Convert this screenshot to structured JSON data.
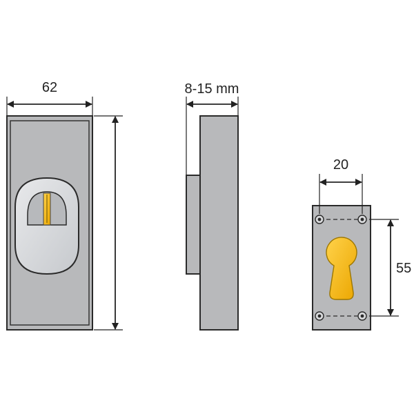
{
  "dimensions": {
    "front_width": "62",
    "side_thickness": "8-15 mm",
    "back_hole_spacing": "20",
    "back_height": "55"
  },
  "colors": {
    "plate_gray": "#b8b9bb",
    "outline": "#2a2a2a",
    "silver": "#d7d9dc",
    "cylinder_yellow": "#f2b400"
  }
}
